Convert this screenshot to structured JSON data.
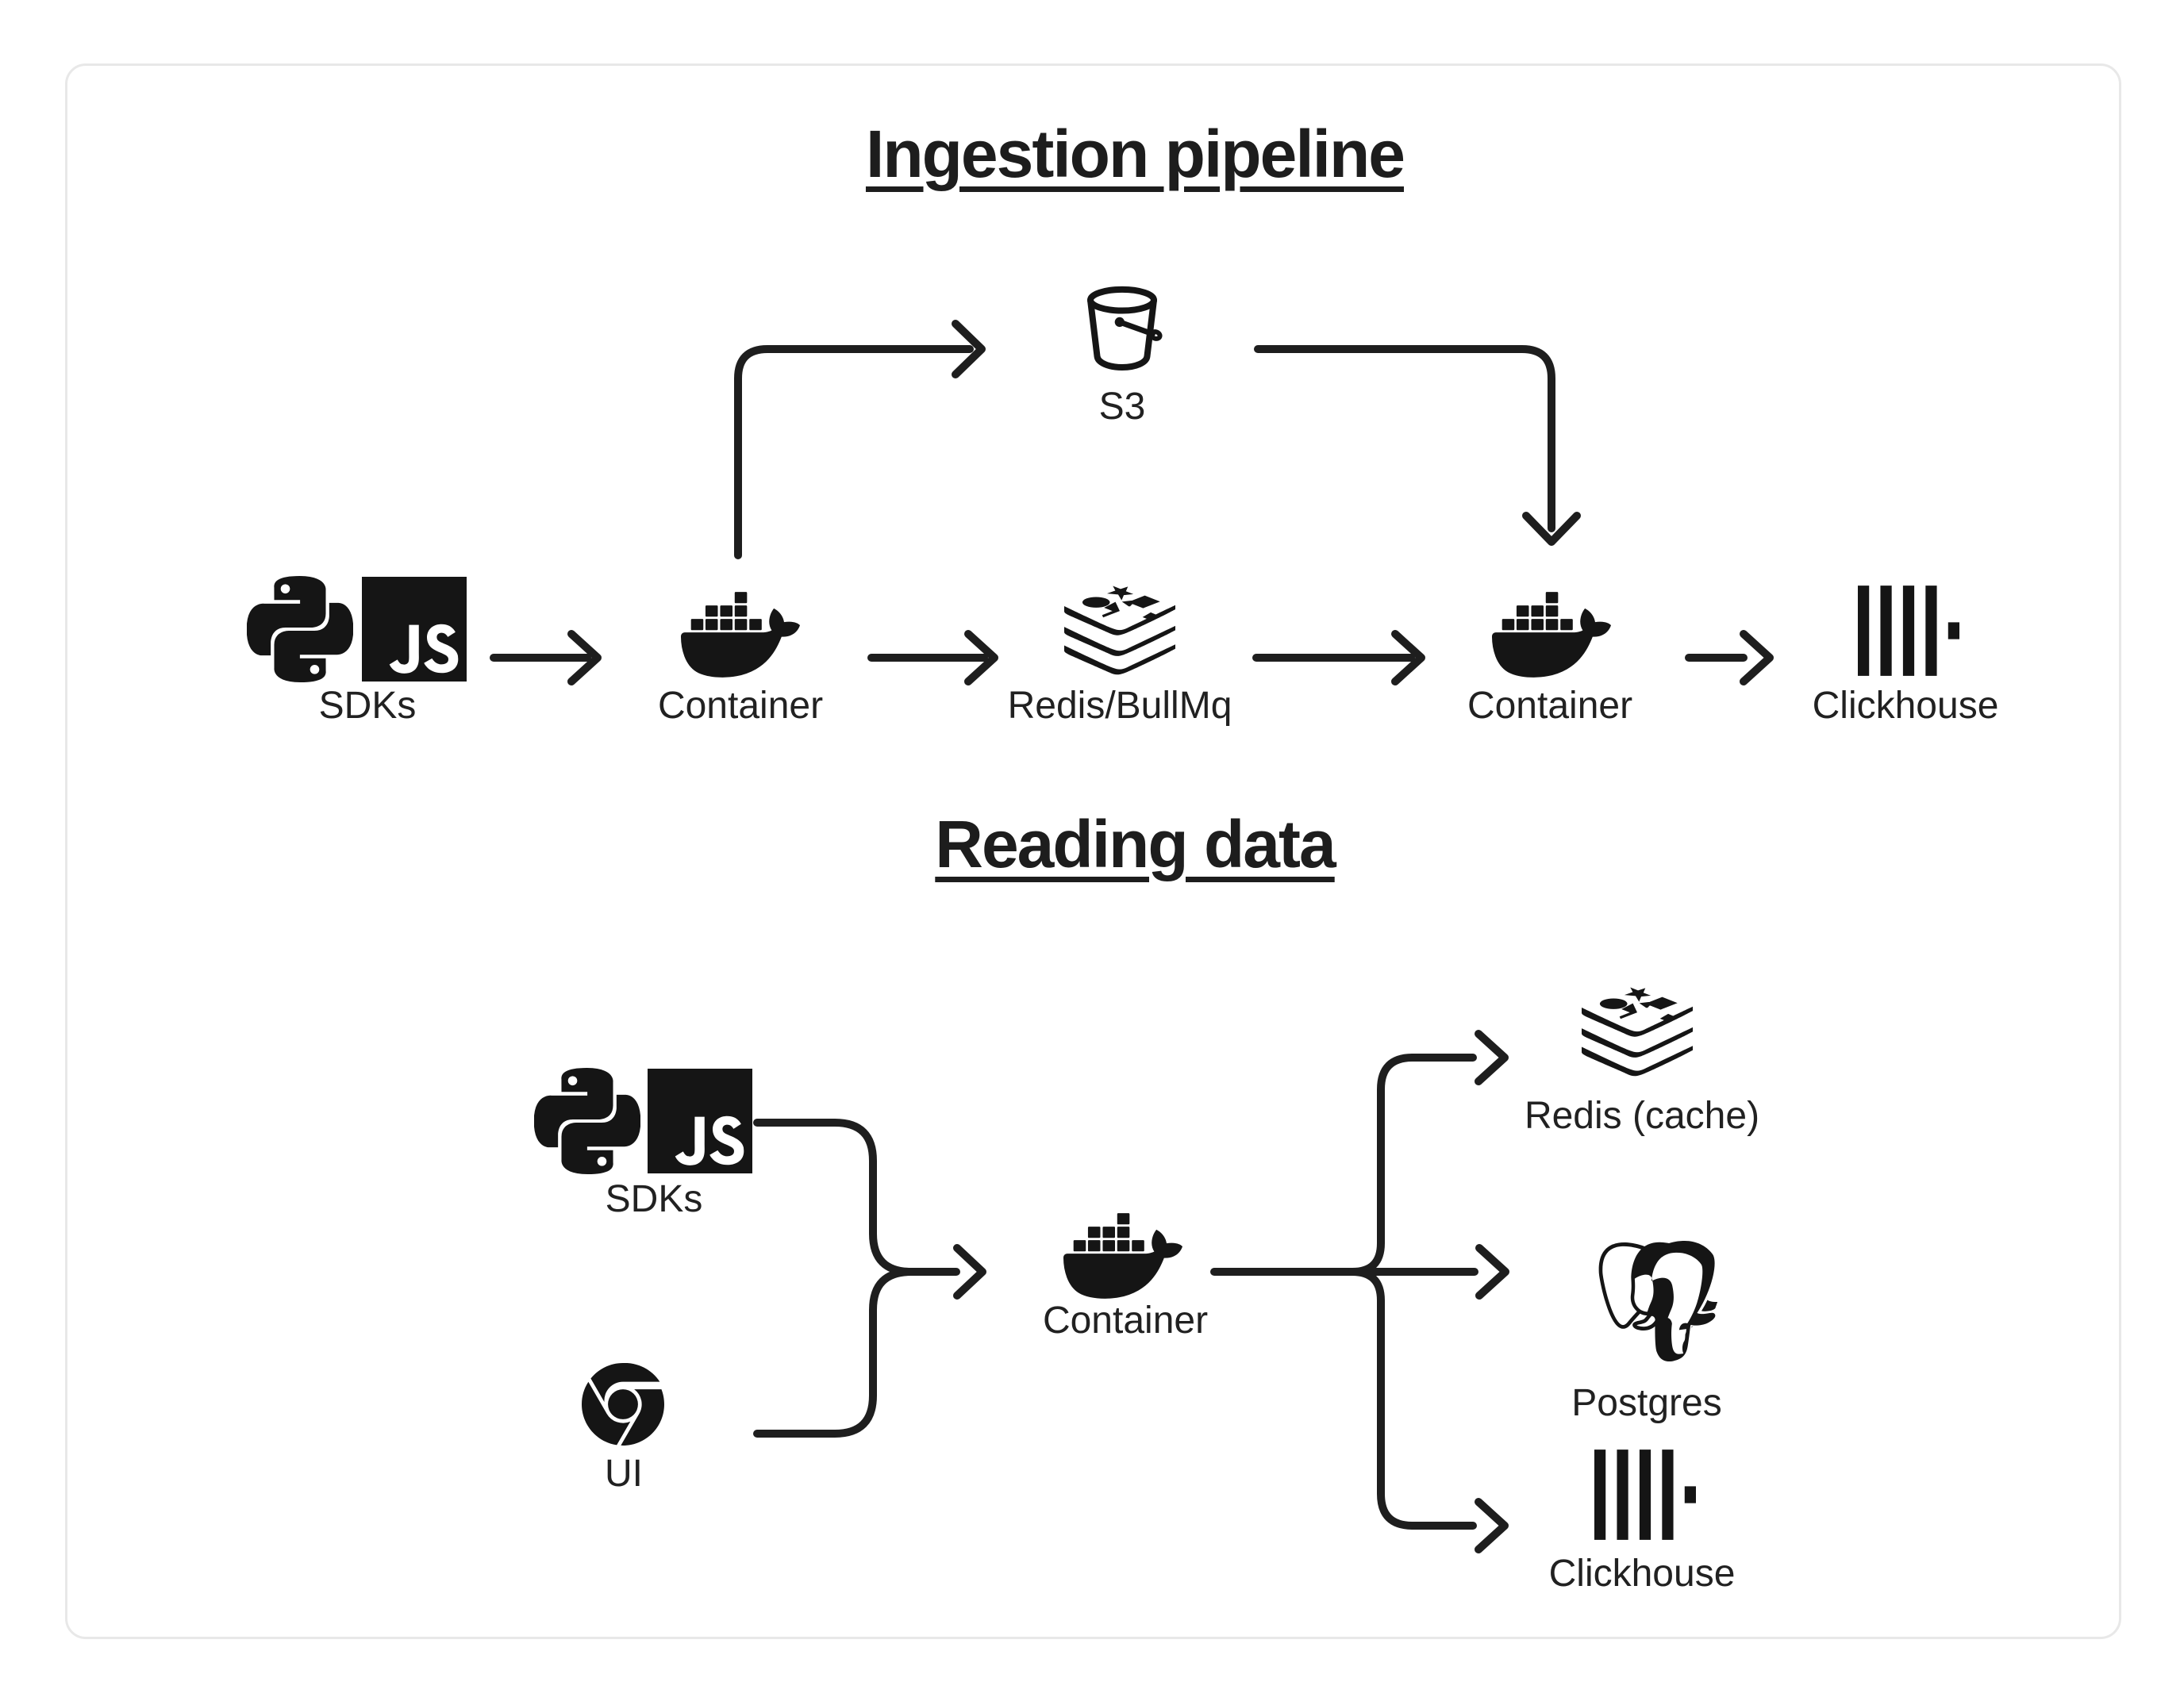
{
  "canvas": {
    "background": "#ffffff",
    "card_border": "#e8e8e8",
    "ink": "#1e1e1e",
    "label_color": "#212121"
  },
  "ingestion": {
    "title": "Ingestion pipeline",
    "nodes": {
      "sdks": {
        "label": "SDKs",
        "icons": [
          "python-icon",
          "javascript-icon"
        ]
      },
      "s3": {
        "label": "S3",
        "icon": "s3-bucket-icon"
      },
      "container_ingest": {
        "label": "Container",
        "icon": "docker-icon"
      },
      "queue": {
        "label": "Redis/BullMq",
        "icon": "redis-icon"
      },
      "container_worker": {
        "label": "Container",
        "icon": "docker-icon"
      },
      "clickhouse": {
        "label": "Clickhouse",
        "icon": "clickhouse-icon"
      }
    },
    "edges": [
      {
        "from": "SDKs",
        "to": "Container"
      },
      {
        "from": "Container",
        "to": "S3"
      },
      {
        "from": "Container",
        "to": "Redis/BullMq"
      },
      {
        "from": "Redis/BullMq",
        "to": "Container"
      },
      {
        "from": "S3",
        "to": "Container"
      },
      {
        "from": "Container",
        "to": "Clickhouse"
      }
    ]
  },
  "reading": {
    "title": "Reading data",
    "nodes": {
      "sdks": {
        "label": "SDKs",
        "icons": [
          "python-icon",
          "javascript-icon"
        ]
      },
      "ui": {
        "label": "UI",
        "icon": "chrome-icon"
      },
      "container": {
        "label": "Container",
        "icon": "docker-icon"
      },
      "redis_cache": {
        "label": "Redis (cache)",
        "icon": "redis-icon"
      },
      "postgres": {
        "label": "Postgres",
        "icon": "postgresql-icon"
      },
      "clickhouse": {
        "label": "Clickhouse",
        "icon": "clickhouse-icon"
      }
    },
    "edges": [
      {
        "from": "SDKs",
        "to": "Container"
      },
      {
        "from": "UI",
        "to": "Container"
      },
      {
        "from": "Container",
        "to": "Redis (cache)"
      },
      {
        "from": "Container",
        "to": "Postgres"
      },
      {
        "from": "Container",
        "to": "Clickhouse"
      }
    ]
  }
}
